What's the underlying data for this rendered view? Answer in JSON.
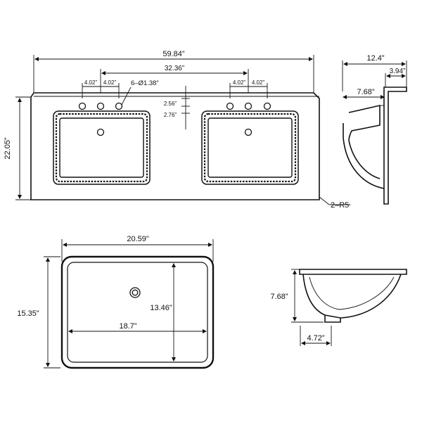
{
  "top_view": {
    "overall_width": "59.84”",
    "center_spacing": "32.36”",
    "left_hole_spacing_a": "4.02”",
    "left_hole_spacing_b": "4.02”",
    "right_hole_spacing_a": "4.02”",
    "right_hole_spacing_b": "4.02”",
    "holes_note": "6–Ø1.38”",
    "offset_a": "2.56”",
    "offset_b": "2.76”",
    "overall_depth": "22.05”",
    "corner_radius": "2–R5"
  },
  "side_view": {
    "depth": "12.4”",
    "backsplash": "3.94”",
    "bowl_depth": "7.68”"
  },
  "basin_top_view": {
    "outer_width": "20.59”",
    "outer_depth": "15.35”",
    "inner_depth": "13.46”",
    "inner_width": "18.7”"
  },
  "basin_side_view": {
    "height": "7.68”",
    "drain_width": "4.72”"
  }
}
